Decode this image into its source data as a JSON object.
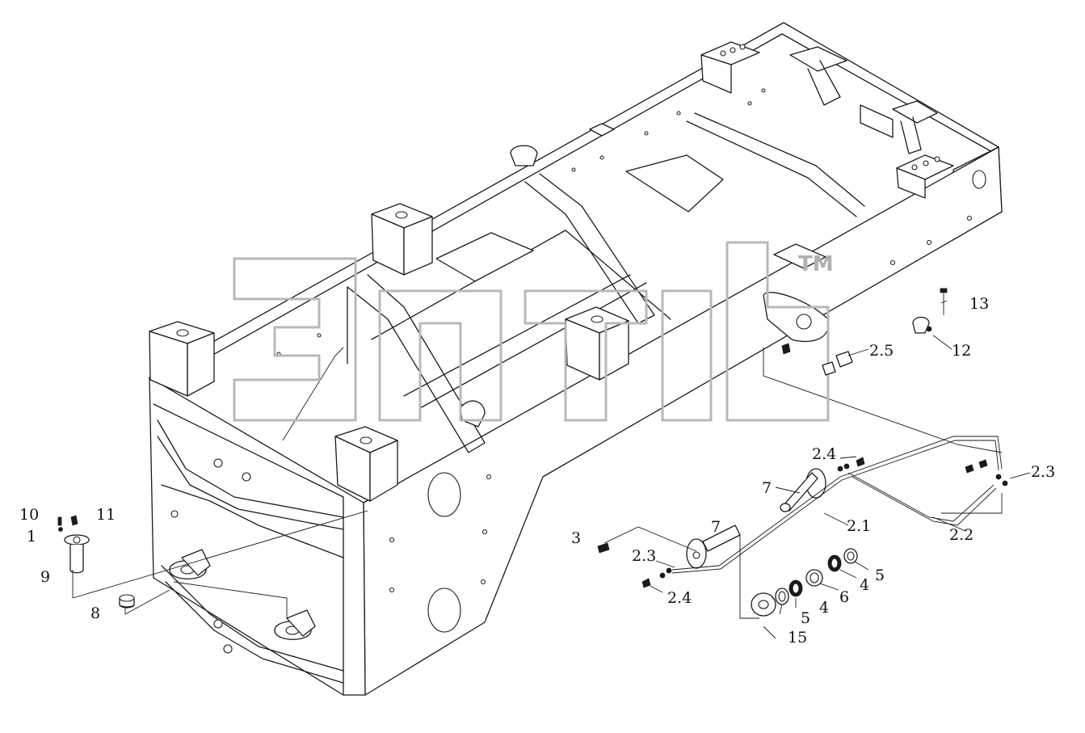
{
  "watermark": {
    "mark": "TM",
    "color": "#b8b8b8"
  },
  "callouts": [
    {
      "id": "10",
      "text": "10"
    },
    {
      "id": "11",
      "text": "11"
    },
    {
      "id": "1",
      "text": "1"
    },
    {
      "id": "9",
      "text": "9"
    },
    {
      "id": "8",
      "text": "8"
    },
    {
      "id": "13",
      "text": "13"
    },
    {
      "id": "12",
      "text": "12"
    },
    {
      "id": "2.5",
      "text": "2.5"
    },
    {
      "id": "2.4a",
      "text": "2.4"
    },
    {
      "id": "2.3a",
      "text": "2.3"
    },
    {
      "id": "7a",
      "text": "7"
    },
    {
      "id": "2.1",
      "text": "2.1"
    },
    {
      "id": "2.2",
      "text": "2.2"
    },
    {
      "id": "3",
      "text": "3"
    },
    {
      "id": "2.3b",
      "text": "2.3"
    },
    {
      "id": "7b",
      "text": "7"
    },
    {
      "id": "2.4b",
      "text": "2.4"
    },
    {
      "id": "5a",
      "text": "5"
    },
    {
      "id": "4a",
      "text": "4"
    },
    {
      "id": "6",
      "text": "6"
    },
    {
      "id": "4b",
      "text": "4"
    },
    {
      "id": "5b",
      "text": "5"
    },
    {
      "id": "15",
      "text": "15"
    }
  ]
}
